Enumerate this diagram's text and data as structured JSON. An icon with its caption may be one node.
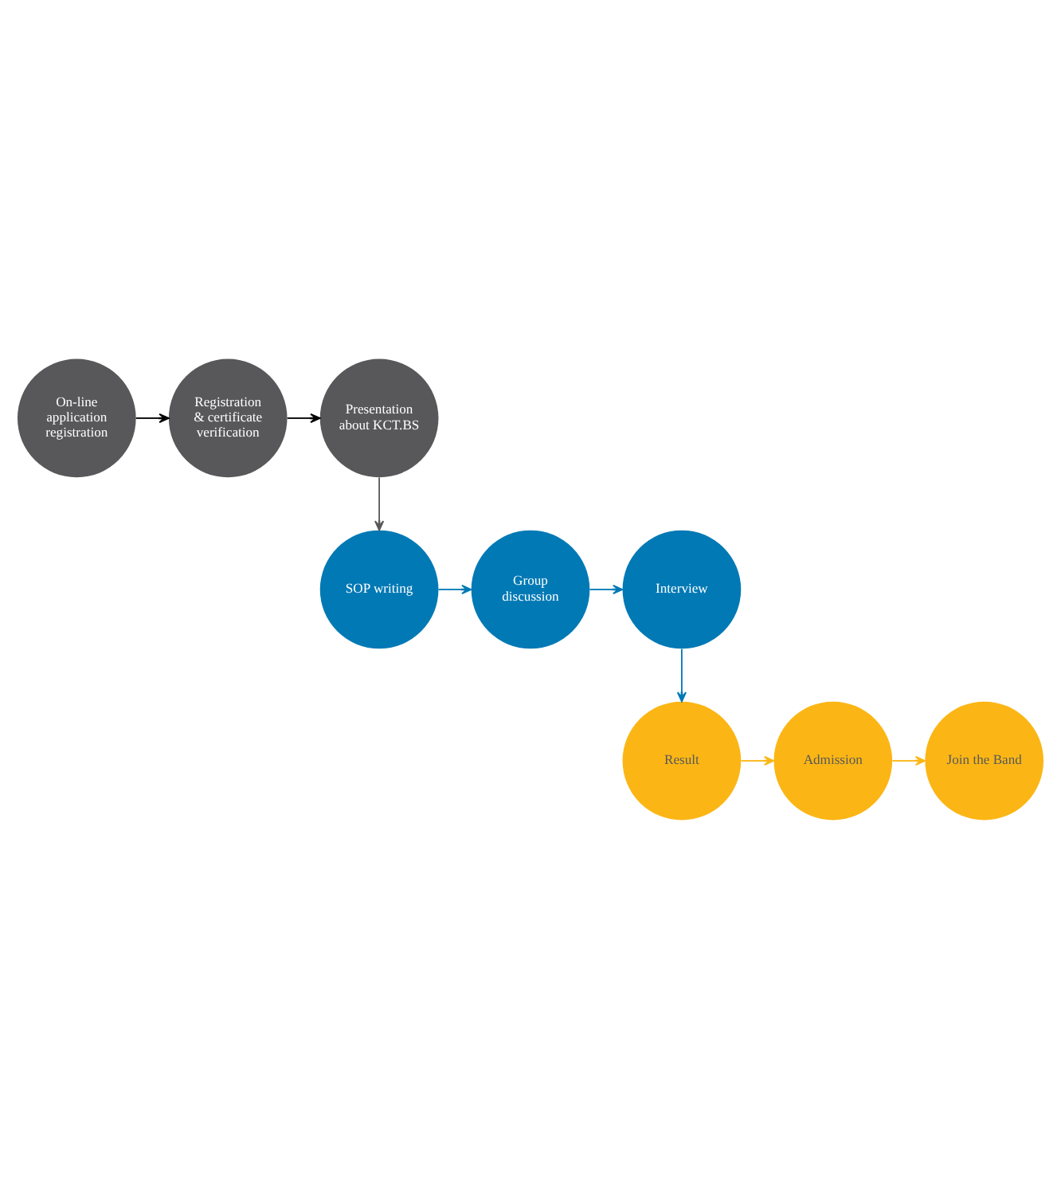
{
  "diagram": {
    "nodes": [
      {
        "text": [
          "On-line application registration"
        ]
      },
      {
        "text": [
          "Registration & certificate verification"
        ]
      },
      {
        "text": [
          "Presentation about KCT.BS"
        ]
      },
      {
        "text": [
          "SOP writing"
        ]
      },
      {
        "text": [
          "Group discussion"
        ]
      },
      {
        "text": [
          "Interview"
        ]
      },
      {
        "text": [
          "Result"
        ]
      },
      {
        "text": [
          "Admission"
        ]
      },
      {
        "text": [
          "Join the Band"
        ]
      }
    ],
    "edges": [
      {
        "from": 0,
        "to": 1,
        "arrow": "to",
        "color": "#000000"
      },
      {
        "from": 1,
        "to": 2,
        "arrow": "to",
        "color": "#000000"
      },
      {
        "from": 2,
        "to": 3,
        "arrow": "to",
        "color": "#58585a"
      },
      {
        "from": 3,
        "to": 4,
        "arrow": "to",
        "color": "#0079b5"
      },
      {
        "from": 4,
        "to": 5,
        "arrow": "to",
        "color": "#0079b5"
      },
      {
        "from": 5,
        "to": 6,
        "arrow": "to",
        "color": "#0079b5"
      },
      {
        "from": 6,
        "to": 7,
        "arrow": "to",
        "color": "#fbb615"
      },
      {
        "from": 7,
        "to": 8,
        "arrow": "to",
        "color": "#fbb615"
      }
    ]
  }
}
